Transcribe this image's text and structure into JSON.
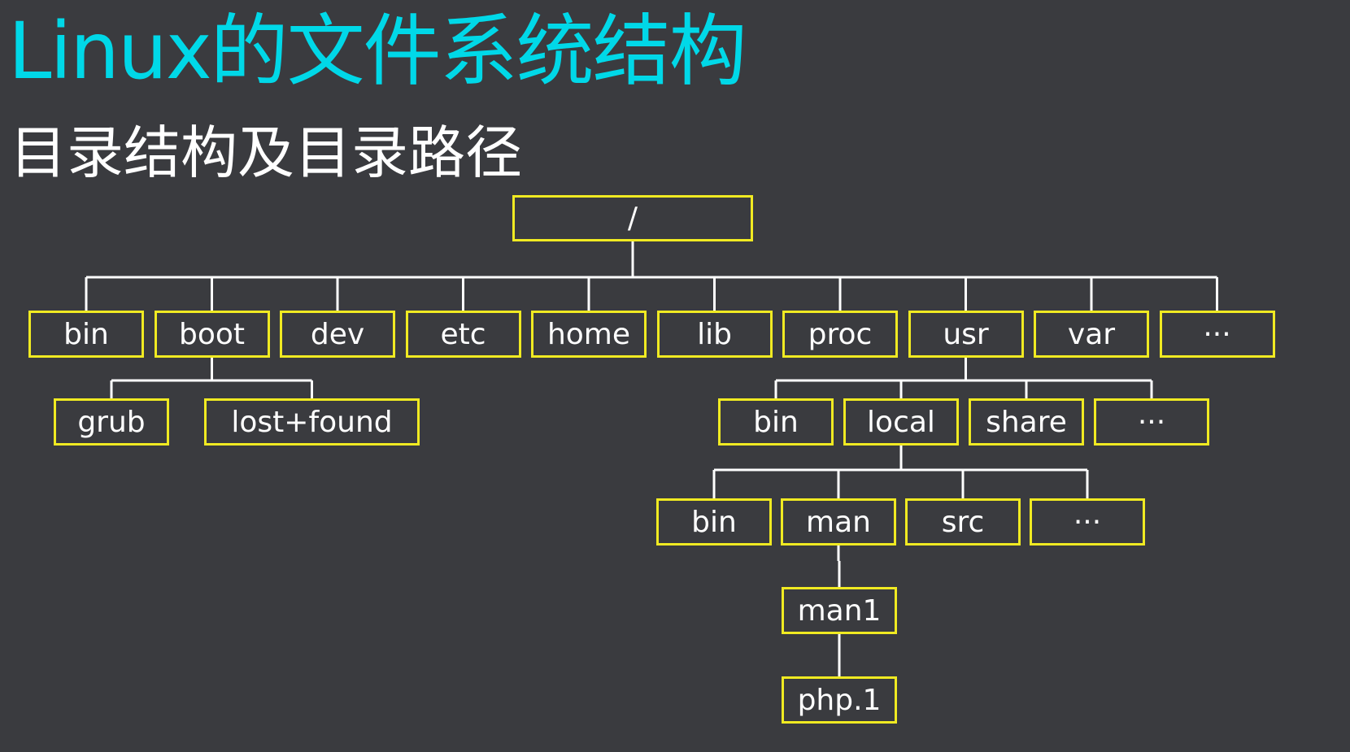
{
  "title": "Linux的文件系统结构",
  "subtitle": "目录结构及目录路径",
  "tree": {
    "root": "/",
    "level1": [
      "bin",
      "boot",
      "dev",
      "etc",
      "home",
      "lib",
      "proc",
      "usr",
      "var",
      "···"
    ],
    "boot_children": [
      "grub",
      "lost+found"
    ],
    "usr_children": [
      "bin",
      "local",
      "share",
      "···"
    ],
    "local_children": [
      "bin",
      "man",
      "src",
      "···"
    ],
    "man_children": [
      "man1"
    ],
    "man1_children": [
      "php.1"
    ]
  },
  "colors": {
    "background": "#3a3b3f",
    "title": "#00d8e8",
    "subtitle": "#ffffff",
    "node_border": "#f0ea22",
    "node_text": "#ffffff",
    "connector": "#ffffff"
  }
}
